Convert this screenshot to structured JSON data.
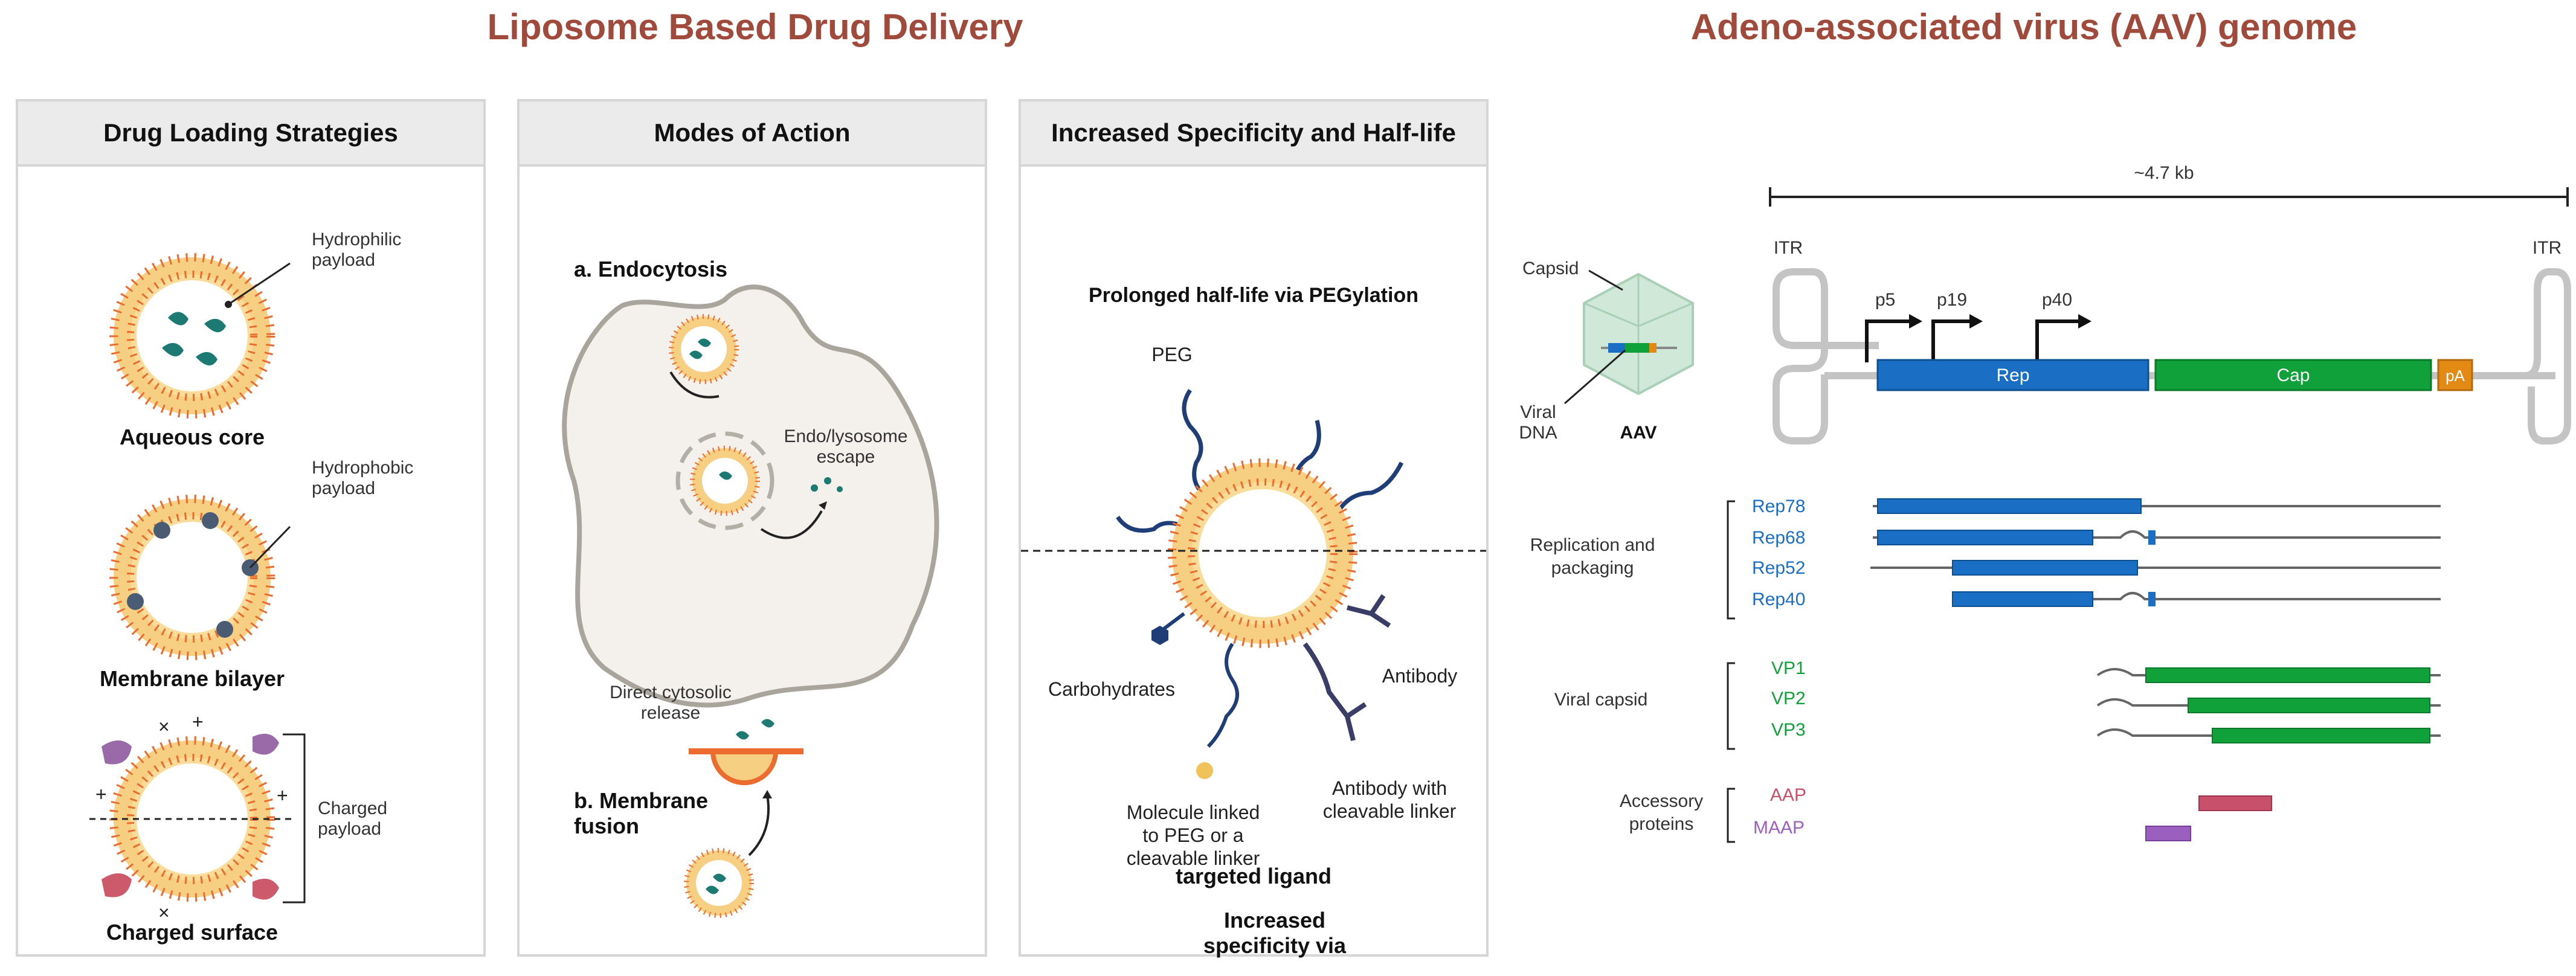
{
  "liposome": {
    "title": "Liposome Based Drug Delivery",
    "panels": [
      {
        "title": "Drug Loading Strategies",
        "items": [
          {
            "caption": "Aqueous core",
            "label_lines": [
              "Hydrophilic",
              "payload"
            ]
          },
          {
            "caption": "Membrane bilayer",
            "label_lines": [
              "Hydrophobic",
              "payload"
            ]
          },
          {
            "caption": "Charged surface",
            "label_lines": [
              "Charged",
              "payload"
            ]
          }
        ]
      },
      {
        "title": "Modes of Action",
        "endocytosis": "a. Endocytosis",
        "escape_lines": [
          "Endo/lysosome",
          "escape"
        ],
        "direct_lines": [
          "Direct cytosolic",
          "release"
        ],
        "fusion_lines": [
          "b. Membrane",
          "fusion"
        ]
      },
      {
        "title": "Increased Specificity and Half-life",
        "top_heading": "Prolonged half-life via PEGylation",
        "peg": "PEG",
        "carbohydrates": "Carbohydrates",
        "antibody": "Antibody",
        "molecule_lines": [
          "Molecule linked",
          "to PEG or a",
          "cleavable linker"
        ],
        "antibody_linker_lines": [
          "Antibody with",
          "cleavable linker"
        ],
        "bottom_heading_lines": [
          "Increased",
          "specificity via",
          "targeted ligand"
        ]
      }
    ]
  },
  "aav": {
    "title": "Adeno-associated virus (AAV) genome",
    "size": "~4.7 kb",
    "itr": "ITR",
    "capsid": "Capsid",
    "viral_dna_lines": [
      "Viral",
      "DNA"
    ],
    "aav_label": "AAV",
    "promoters": [
      "p5",
      "p19",
      "p40"
    ],
    "genes": {
      "rep": "Rep",
      "cap": "Cap",
      "pa": "pA"
    },
    "groups": [
      {
        "label_lines": [
          "Replication and",
          "packaging"
        ],
        "items": [
          "Rep78",
          "Rep68",
          "Rep52",
          "Rep40"
        ]
      },
      {
        "label_lines": [
          "Viral capsid"
        ],
        "items": [
          "VP1",
          "VP2",
          "VP3"
        ]
      },
      {
        "label_lines": [
          "Accessory",
          "proteins"
        ],
        "items": [
          "AAP",
          "MAAP"
        ]
      }
    ],
    "colors": {
      "rep": "#1a6fc4",
      "cap": "#10a13a",
      "pa": "#e38a15",
      "aap": "#c8506a",
      "maap": "#9b5fc0",
      "title": "#a04a3c"
    }
  }
}
